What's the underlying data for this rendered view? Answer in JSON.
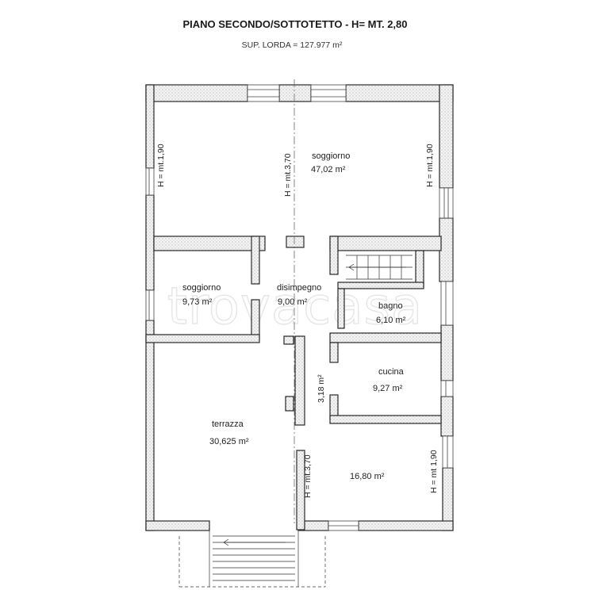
{
  "header": {
    "title": "PIANO SECONDO/SOTTOTETTO - H= MT. 2,80",
    "surface": "SUP. LORDA = 127.977 m²"
  },
  "rooms": {
    "soggiorno_main": {
      "name": "soggiorno",
      "area": "47,02 m²"
    },
    "soggiorno_small": {
      "name": "soggiorno",
      "area": "9,73 m²"
    },
    "disimpegno": {
      "name": "disimpegno",
      "area": "9,00 m²"
    },
    "bagno": {
      "name": "bagno",
      "area": "6,10 m²"
    },
    "cucina": {
      "name": "cucina",
      "area": "9,27 m²"
    },
    "terrazza": {
      "name": "terrazza",
      "area": "30,625 m²"
    },
    "bottom_right": {
      "area": "16,80 m²"
    },
    "corridor": {
      "area": "3,18 m²"
    }
  },
  "heights": {
    "left_top": "H = mt.1,90",
    "center_top": "H = mt.3,70",
    "right_top": "H = mt.1,90",
    "center_bottom": "H = mt.3,70",
    "right_bottom": "H = mt 1,90"
  },
  "watermark": "trovacasa"
}
